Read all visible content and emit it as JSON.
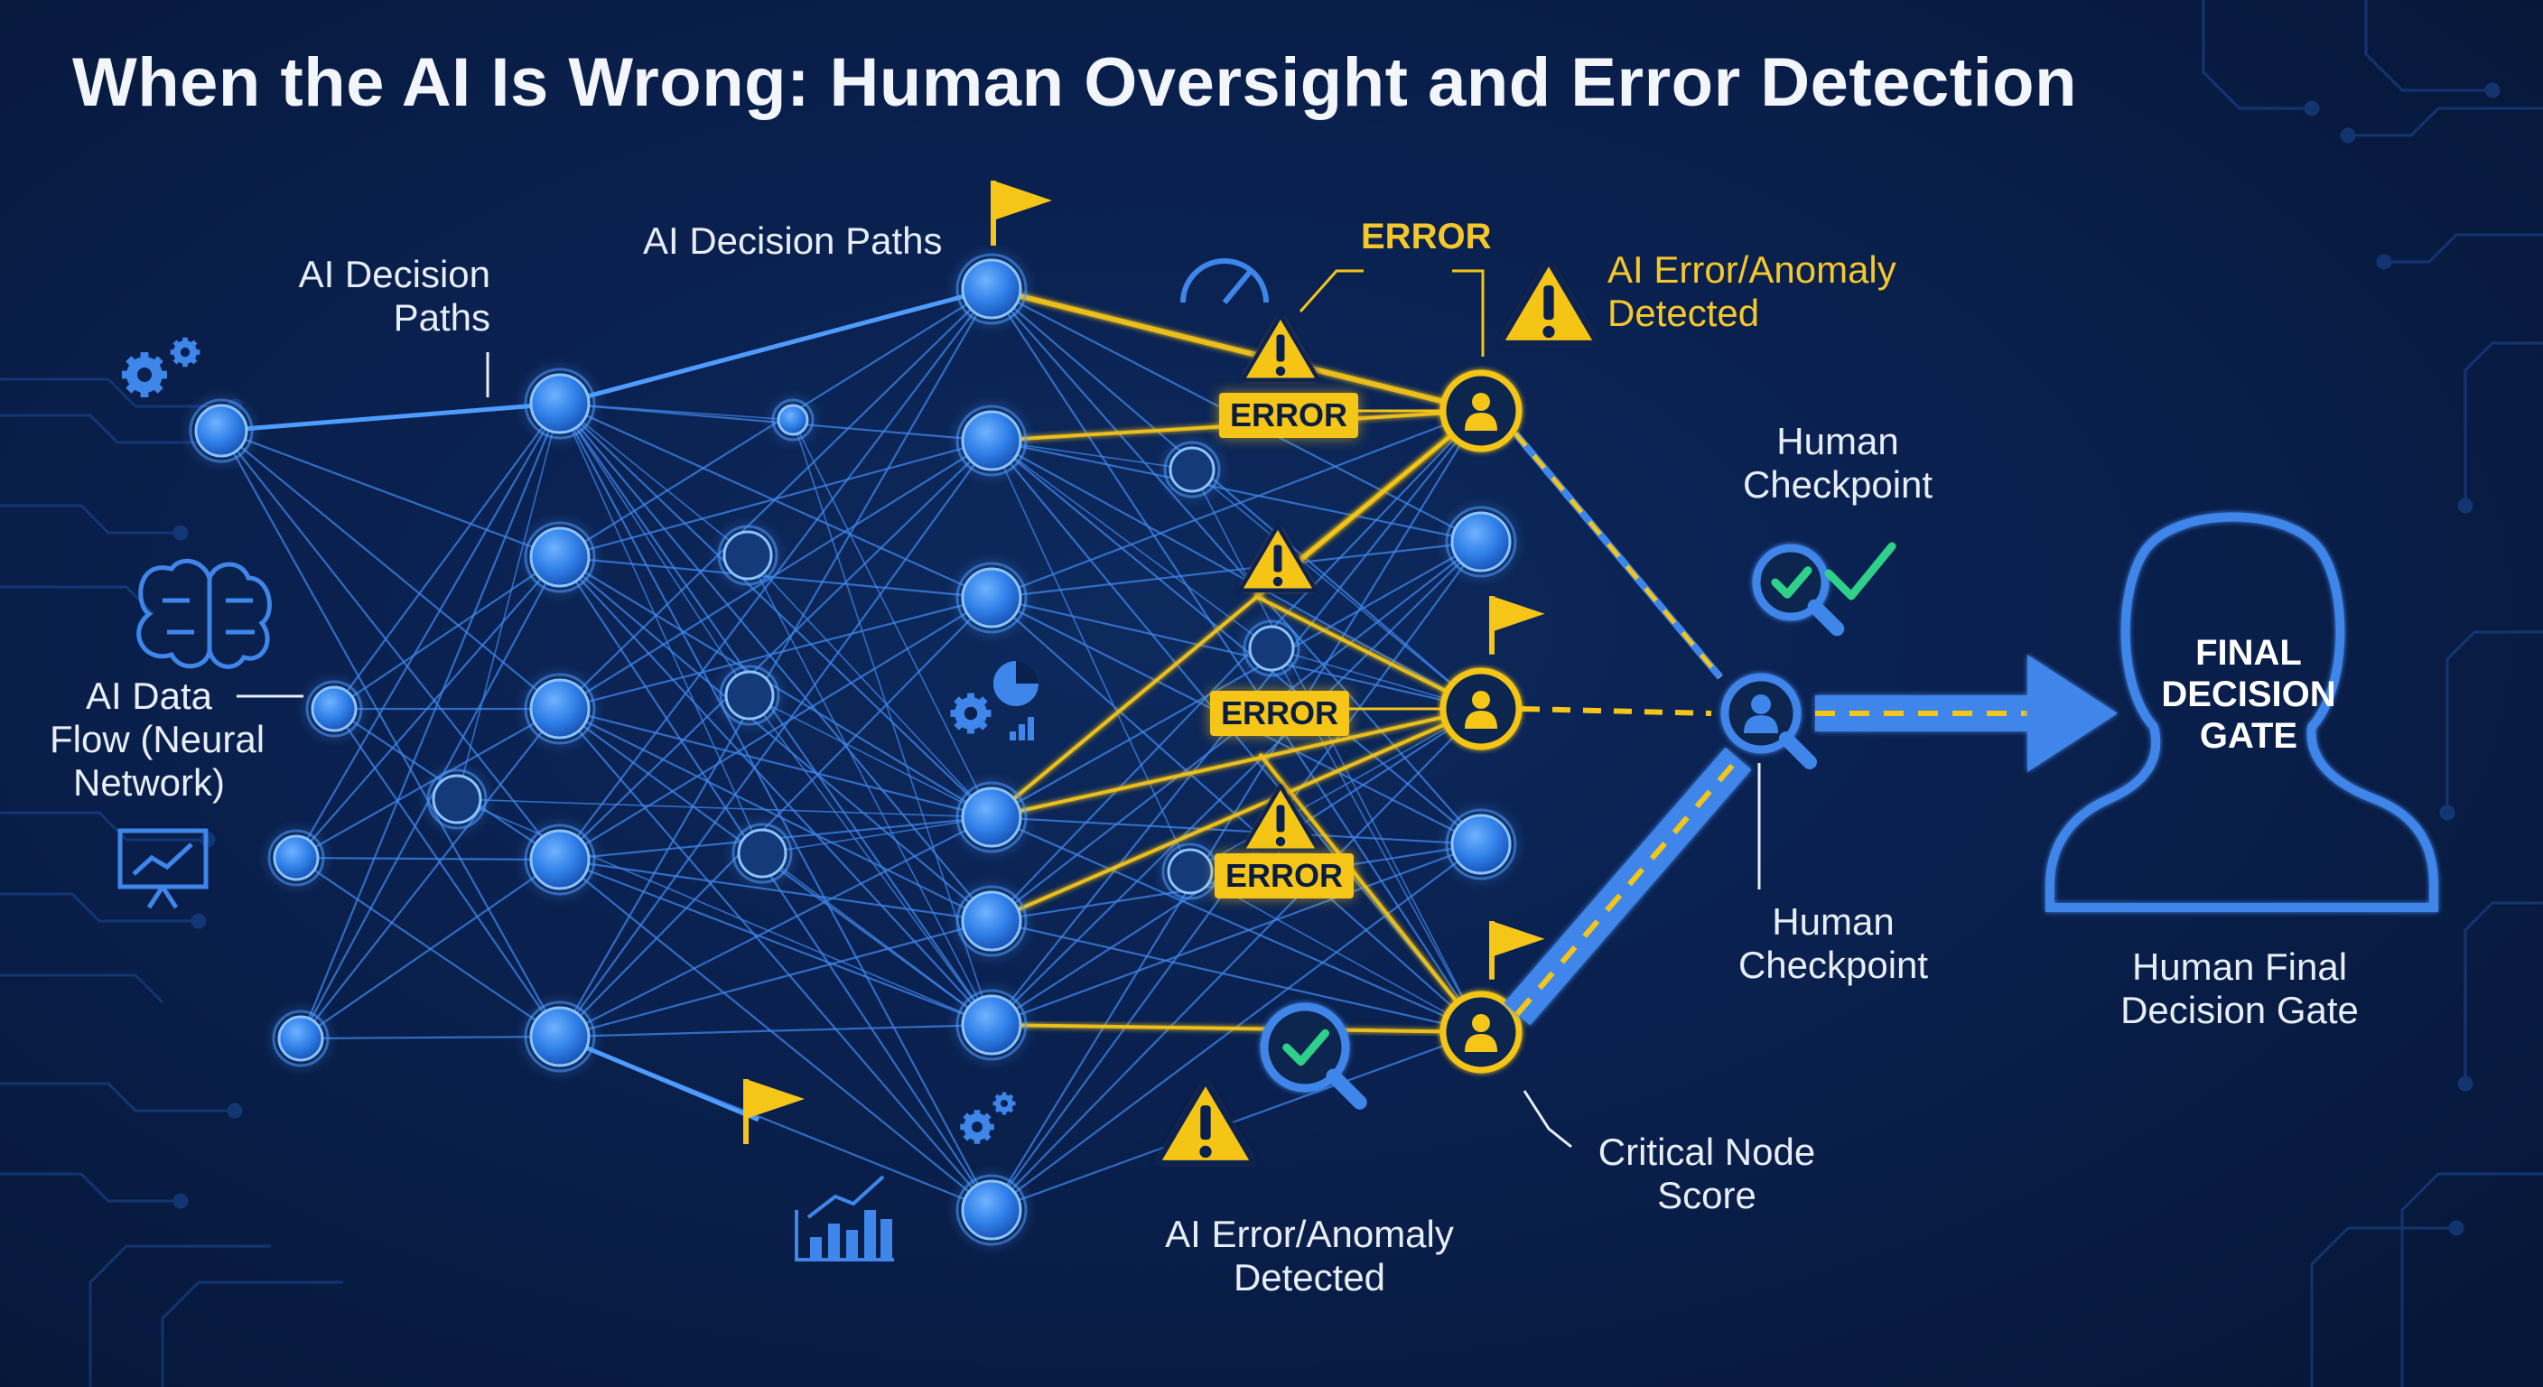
{
  "title": "When the AI Is Wrong: Human Oversight and Error Detection",
  "labels": {
    "ai_decision_paths_left": "AI Decision\nPaths",
    "ai_decision_paths_top": "AI Decision Paths",
    "ai_data_flow": "AI Data\nFlow (Neural\nNetwork)",
    "error_header": "ERROR",
    "anomaly_top": "AI Error/Anomaly\nDetected",
    "anomaly_bottom": "AI Error/Anomaly\nDetected",
    "human_checkpoint_top": "Human\nCheckpoint",
    "human_checkpoint_bottom": "Human\nCheckpoint",
    "critical_node_score": "Critical Node\nScore",
    "human_final_gate": "Human Final\nDecision Gate",
    "final_gate_inner": "FINAL\nDECISION\nGATE"
  },
  "error_tags": [
    "ERROR",
    "ERROR",
    "ERROR"
  ],
  "icons": [
    "gears-icon",
    "brain-icon",
    "presentation-chart-icon",
    "gauge-icon",
    "flag-icon",
    "warning-icon",
    "pie-chart-icon",
    "bar-chart-icon",
    "magnifier-check-icon",
    "person-icon",
    "human-silhouette-icon"
  ],
  "colors": {
    "background": "#0a2150",
    "node_blue": "#3b8cf0",
    "line_blue": "#3f86ea",
    "accent_yellow": "#f5c518",
    "check_green": "#2fd18a",
    "text": "#e8eef8"
  }
}
